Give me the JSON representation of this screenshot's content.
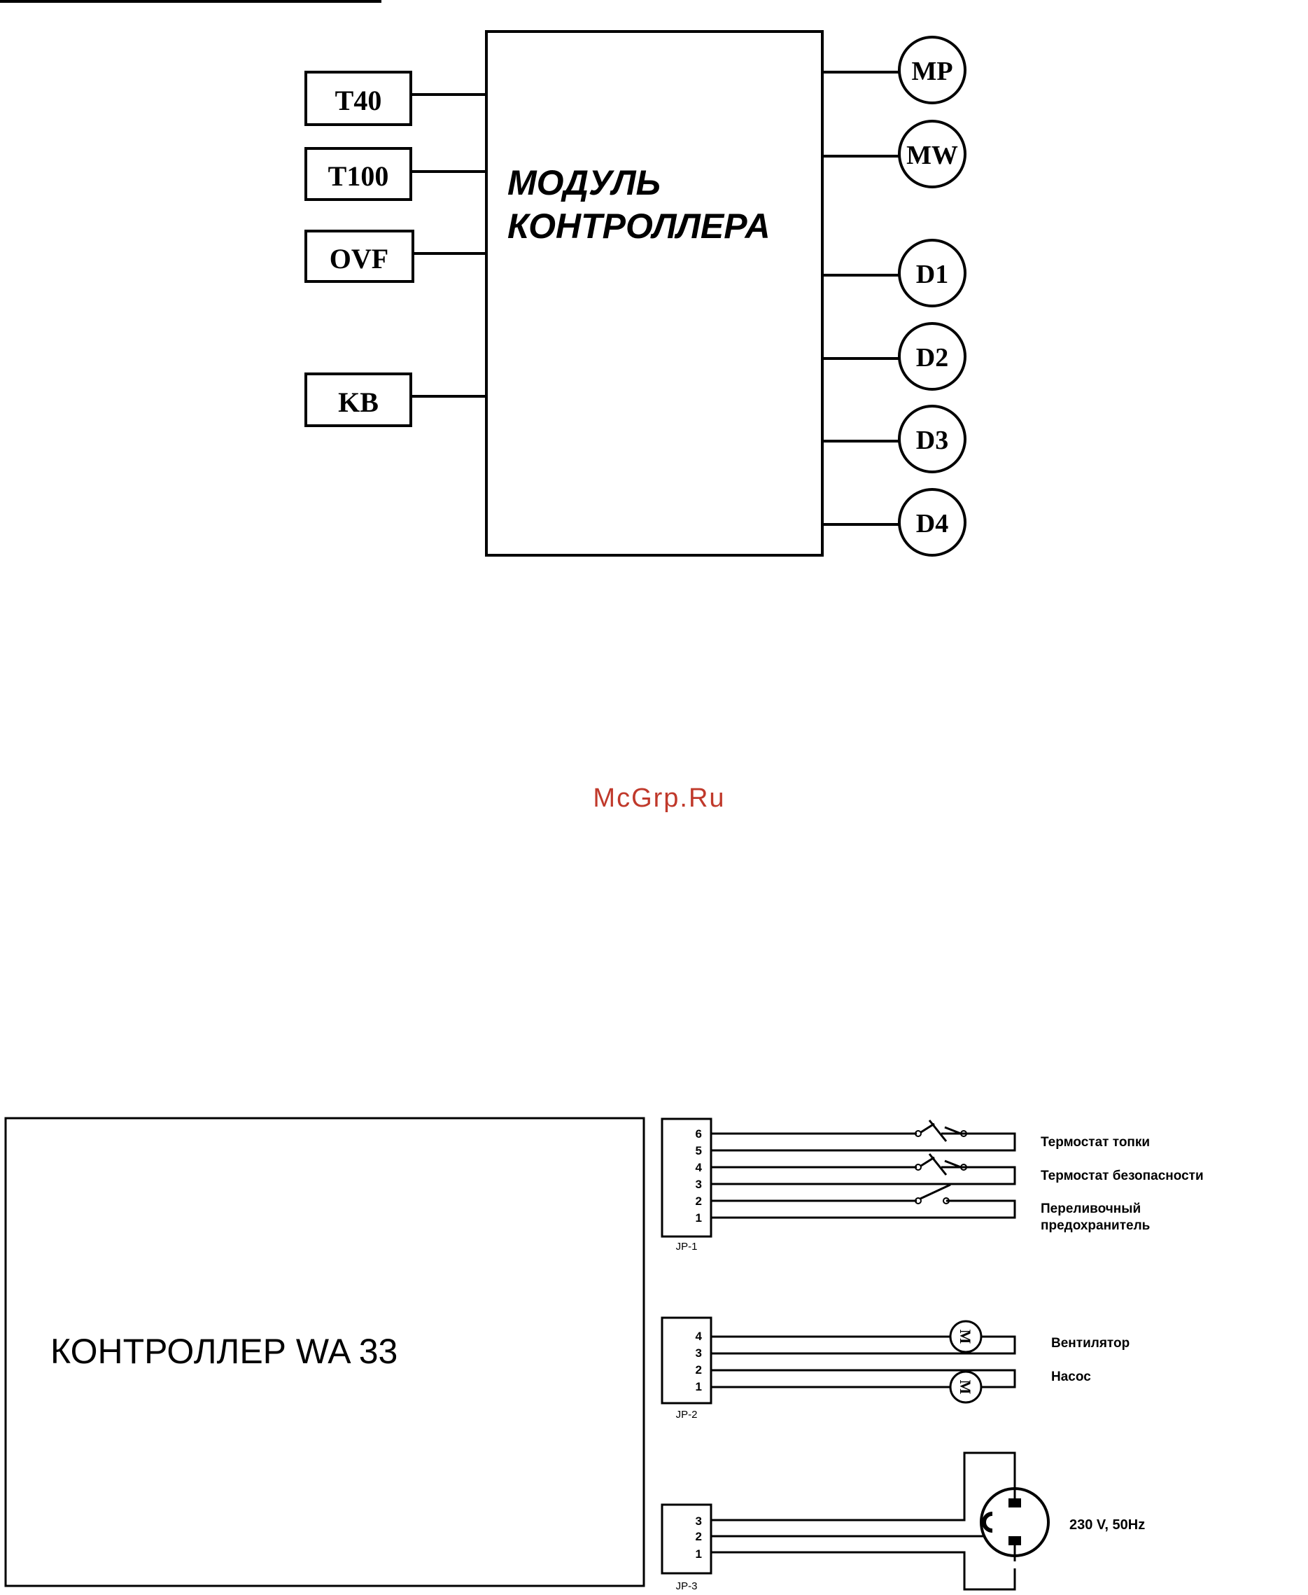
{
  "top_diagram": {
    "module_line1": "МОДУЛЬ",
    "module_line2": "КОНТРОЛЛЕРА",
    "inputs": [
      "T40",
      "T100",
      "OVF",
      "KB"
    ],
    "outputs": [
      "MP",
      "MW",
      "D1",
      "D2",
      "D3",
      "D4"
    ]
  },
  "watermark": "McGrp.Ru",
  "bottom_diagram": {
    "controller_label": "КОНТРОЛЛЕР  WA 33",
    "jp1": {
      "name": "JP-1",
      "pins": [
        "6",
        "5",
        "4",
        "3",
        "2",
        "1"
      ],
      "labels": [
        "Термостат топки",
        "Термостат безопасности",
        "Переливочный",
        "предохранитель"
      ]
    },
    "jp2": {
      "name": "JP-2",
      "pins": [
        "4",
        "3",
        "2",
        "1"
      ],
      "motor_letter": "M",
      "labels": [
        "Вентилятор",
        "Насос"
      ]
    },
    "jp3": {
      "name": "JP-3",
      "pins": [
        "3",
        "2",
        "1"
      ],
      "labels": [
        "230 V, 50Hz"
      ]
    }
  },
  "colors": {
    "line": "#000000",
    "watermark": "#c0392b"
  }
}
